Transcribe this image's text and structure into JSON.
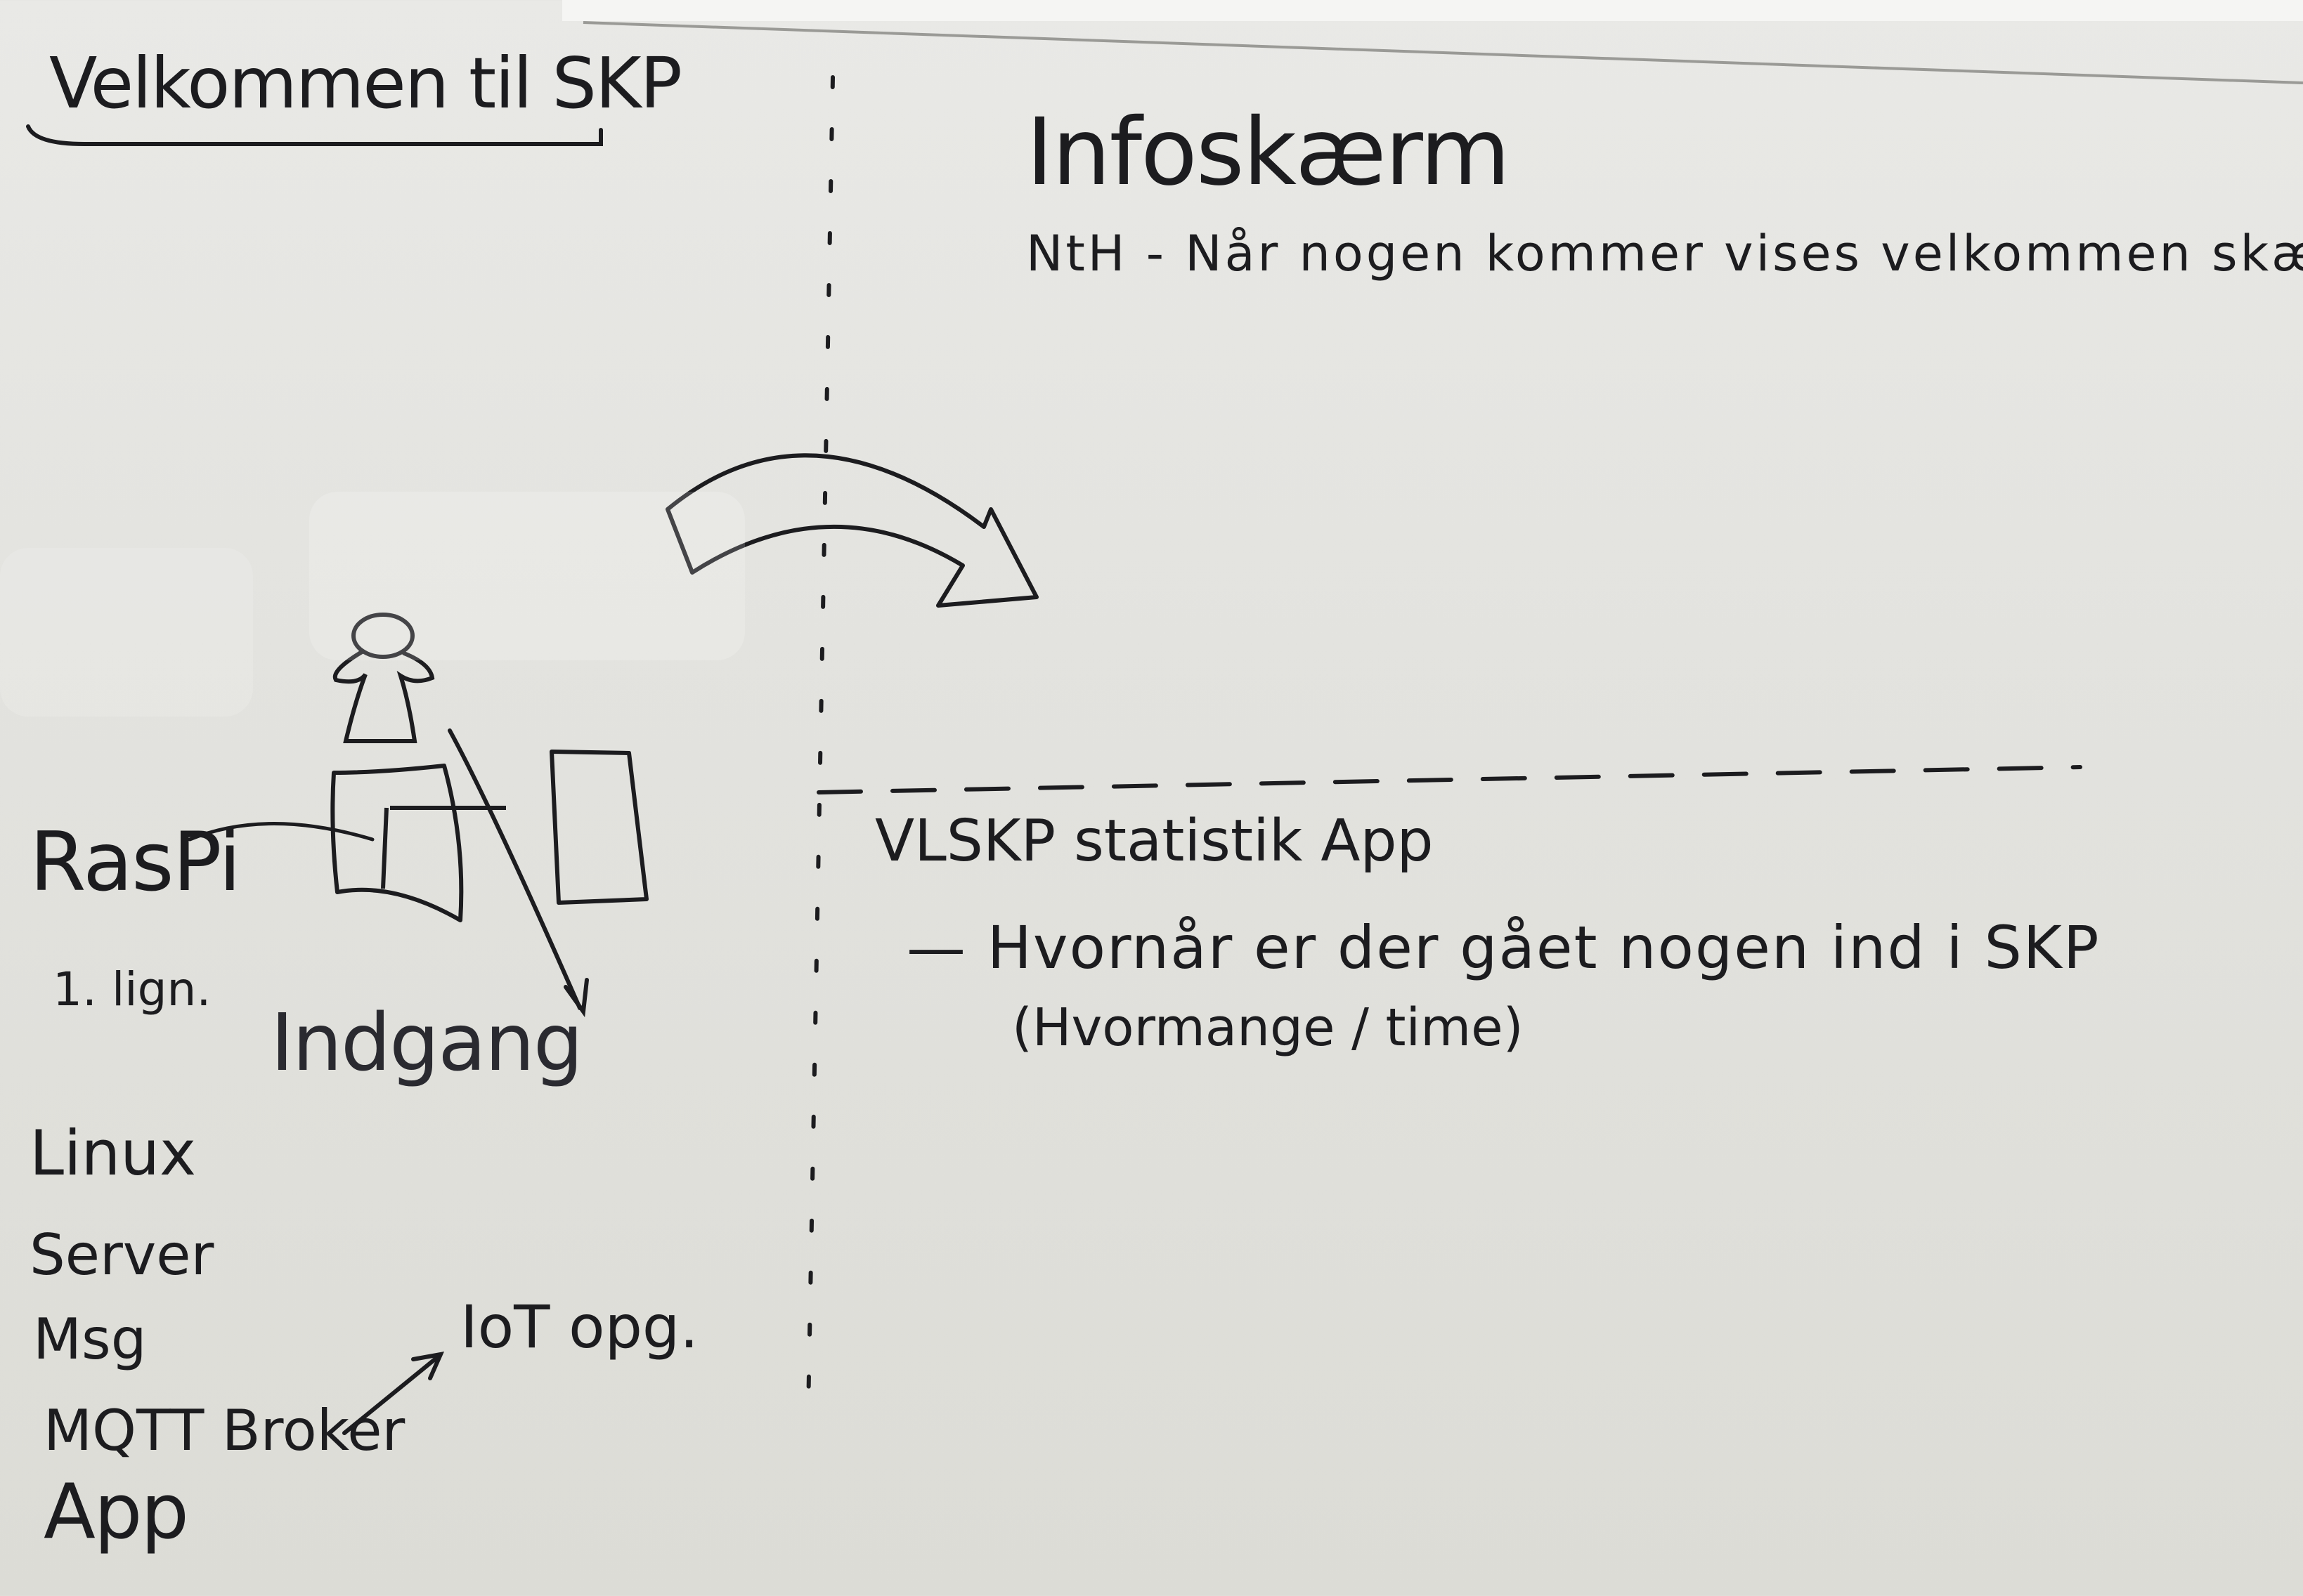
{
  "title": "Velkommen til SKP",
  "infoscreen": {
    "heading": "Infoskærm",
    "description": "NtH - Når nogen kommer vises velkommen skærm"
  },
  "left_side": {
    "raspi_label": "RasPi",
    "raspi_sub": "1. lign.",
    "entrance_label": "Indgang",
    "server_lines": [
      "Linux",
      "Server",
      "Msg",
      "MQTT Broker",
      "App"
    ],
    "iot_label": "IoT opg."
  },
  "statistics": {
    "heading": "VLSKP statistik App",
    "question": "— Hvornår er der gået nogen ind i SKP",
    "sub": "(Hvormange / time)"
  },
  "colors": {
    "ink": "#1c1c1f",
    "board": "#e4e4e0"
  }
}
